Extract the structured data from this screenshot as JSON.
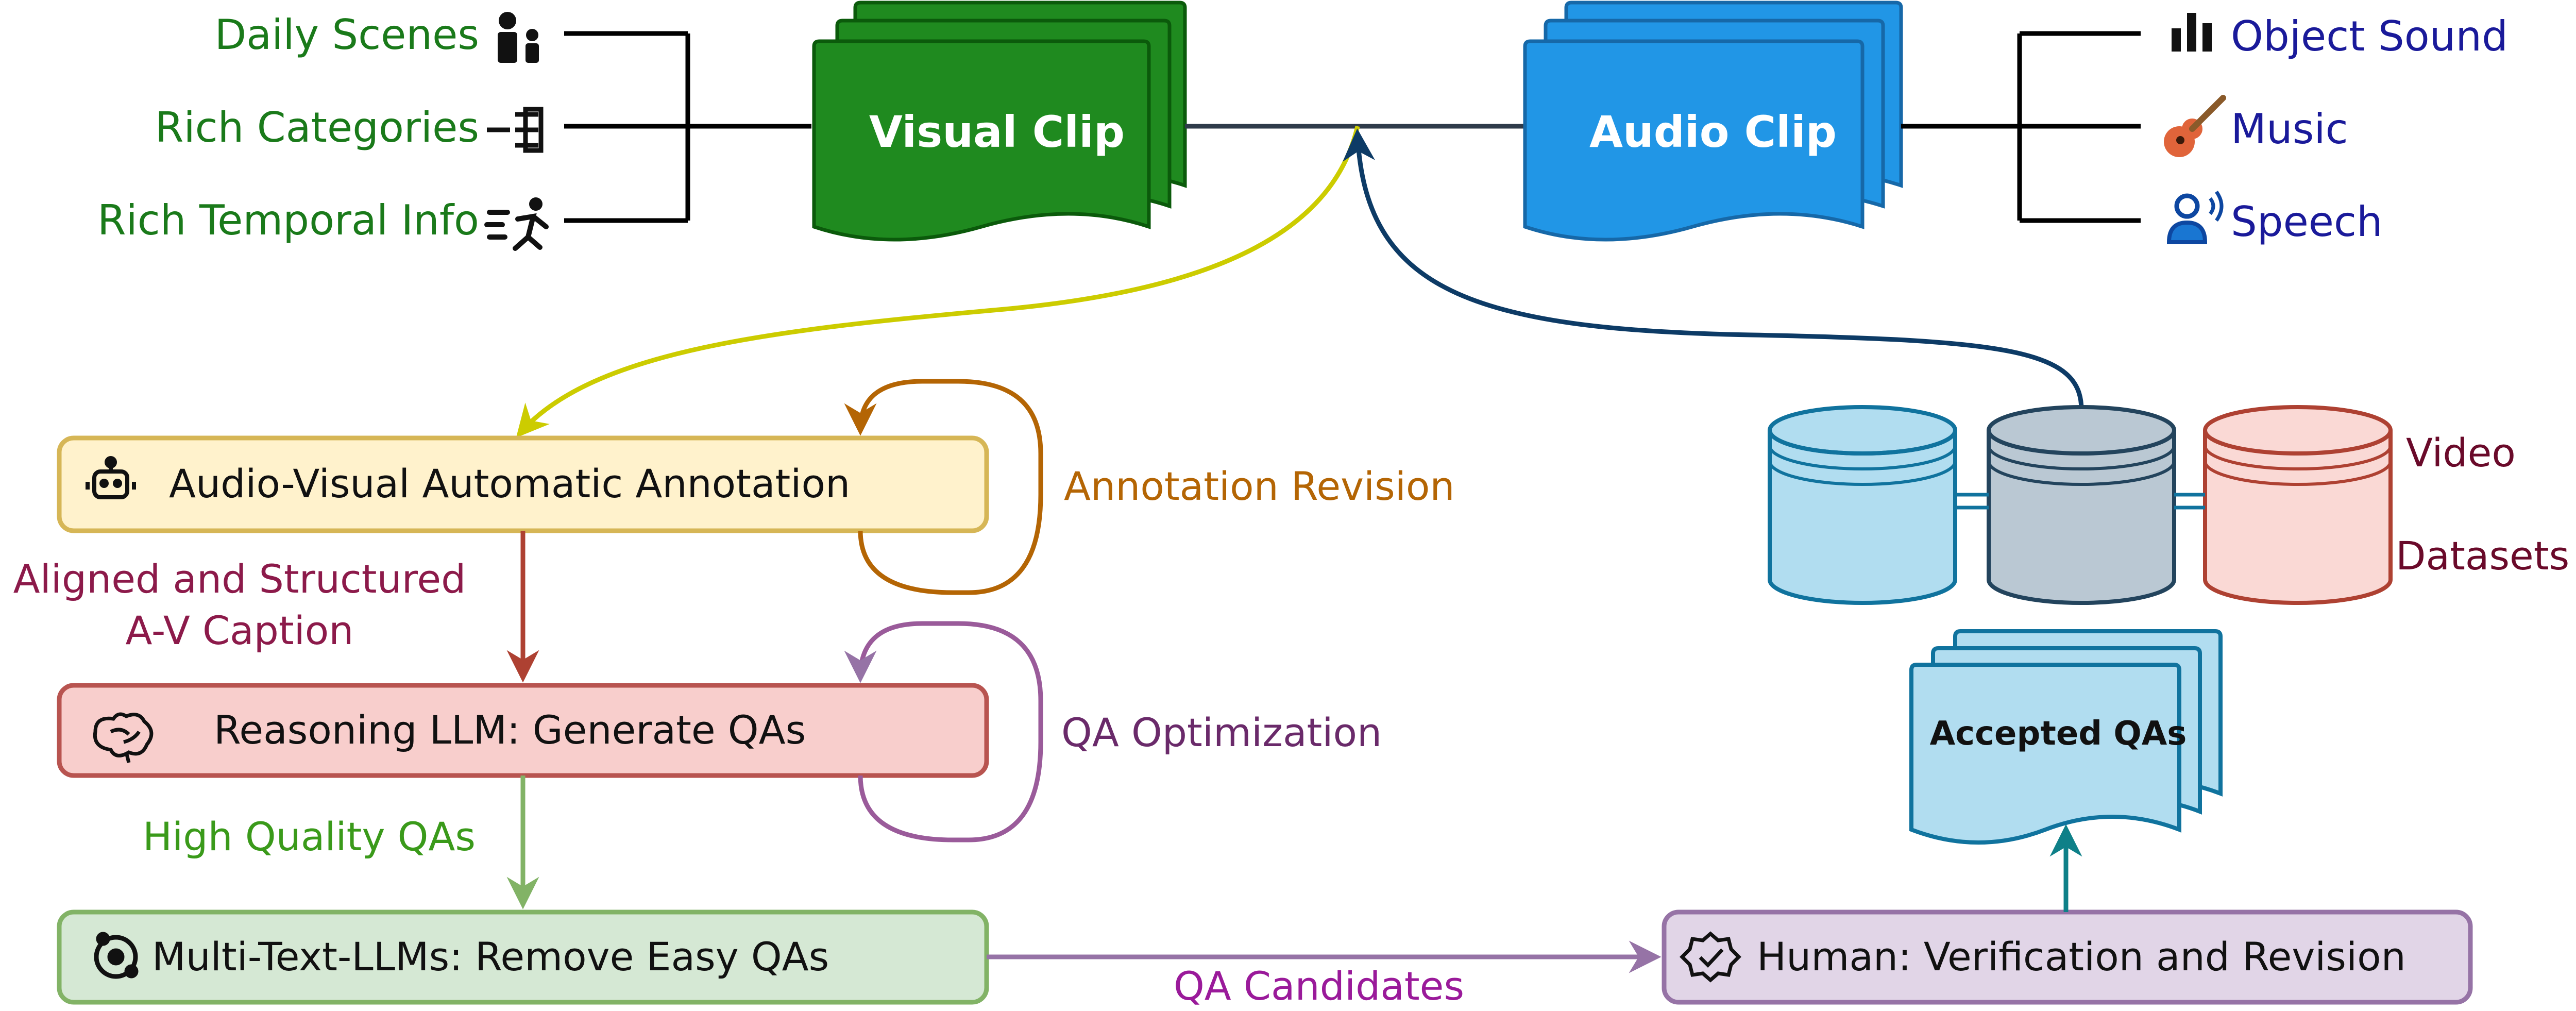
{
  "left_features": {
    "items": [
      {
        "label": "Daily Scenes",
        "icon": "family-icon"
      },
      {
        "label": "Rich Categories",
        "icon": "category-list-icon"
      },
      {
        "label": "Rich Temporal Info",
        "icon": "running-person-icon"
      }
    ],
    "color": "#1a7a1a"
  },
  "right_features": {
    "items": [
      {
        "label": "Object Sound",
        "icon": "bar-chart-icon"
      },
      {
        "label": "Music",
        "icon": "guitar-icon"
      },
      {
        "label": "Speech",
        "icon": "speaker-person-icon"
      }
    ],
    "color": "#1a1a9a"
  },
  "clips": {
    "visual": {
      "label": "Visual Clip",
      "color": "#1f8a1f"
    },
    "audio": {
      "label": "Audio Clip",
      "color": "#2196e6"
    }
  },
  "pipeline": {
    "annotation": {
      "label": "Audio-Visual Automatic Annotation",
      "icon": "robot-icon",
      "fill": "#fff2cc",
      "stroke": "#d6b656"
    },
    "reasoning": {
      "label": "Reasoning LLM: Generate QAs",
      "icon": "brain-icon",
      "fill": "#f8cecc",
      "stroke": "#b85450"
    },
    "multitext": {
      "label": "Multi-Text-LLMs: Remove Easy QAs",
      "icon": "cycle-icon",
      "fill": "#d5e8d4",
      "stroke": "#82b366"
    },
    "human": {
      "label": "Human: Verification and Revision",
      "icon": "verified-badge-icon",
      "fill": "#e1d5e7",
      "stroke": "#9673a6"
    }
  },
  "edge_labels": {
    "annotation_revision": "Annotation Revision",
    "aligned_line1": "Aligned and Structured",
    "aligned_line2": "A-V Caption",
    "qa_optimization": "QA Optimization",
    "high_quality": "High Quality QAs",
    "qa_candidates": "QA Candidates"
  },
  "datasets": {
    "label_line1": "Video",
    "label_line2": "Datasets",
    "colors": [
      "#b1ddf0",
      "#bac8d3",
      "#fad9d5"
    ]
  },
  "accepted": {
    "label": "Accepted QAs",
    "color": "#b1ddf0"
  },
  "arrow_colors": {
    "yellow": "#cccc00",
    "navy": "#0d3b66",
    "orange": "#b46504",
    "red": "#ae4132",
    "green": "#82b366",
    "purple": "#9673a6",
    "teal": "#0e8088"
  }
}
